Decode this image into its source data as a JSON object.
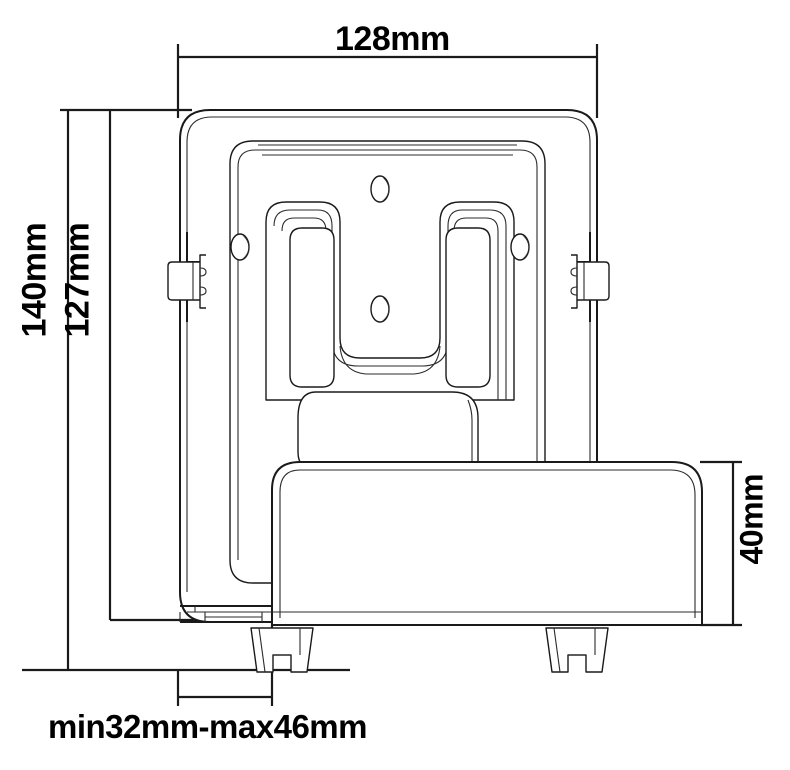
{
  "drawing": {
    "type": "technical-dimension-drawing",
    "subject": "wall mount bracket side/front view",
    "units": "mm",
    "line_color": "#1a1a1a",
    "background_color": "#ffffff"
  },
  "dimensions": {
    "width_top": {
      "label": "128mm",
      "value": 128,
      "unit": "mm",
      "orientation": "horizontal",
      "position": "top"
    },
    "height_outer": {
      "label": "140mm",
      "value": 140,
      "unit": "mm",
      "orientation": "vertical",
      "position": "left-outer"
    },
    "height_inner": {
      "label": "127mm",
      "value": 127,
      "unit": "mm",
      "orientation": "vertical",
      "position": "left-inner"
    },
    "depth_right": {
      "label": "40mm",
      "value": 40,
      "unit": "mm",
      "orientation": "vertical",
      "position": "right"
    },
    "adjustable_range": {
      "label": "min32mm-max46mm",
      "min": 32,
      "max": 46,
      "unit": "mm",
      "orientation": "horizontal",
      "position": "bottom"
    }
  }
}
